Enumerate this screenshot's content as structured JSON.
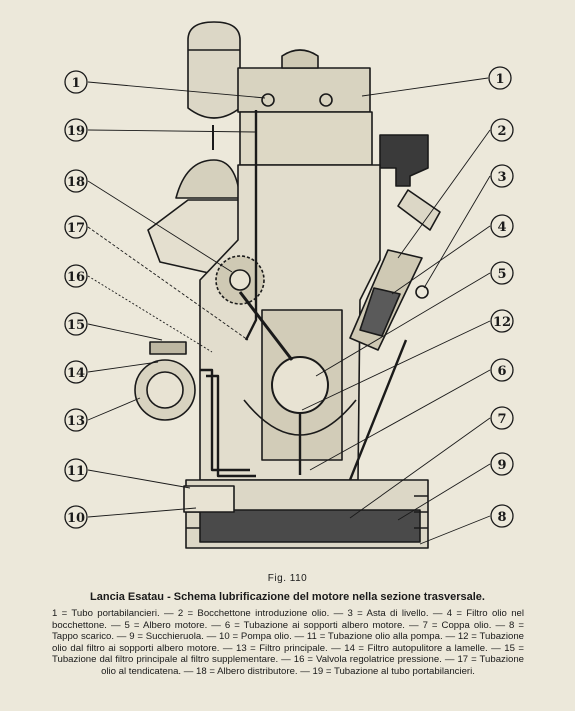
{
  "figure": {
    "callouts": [
      "1",
      "19",
      "18",
      "17",
      "16",
      "15",
      "14",
      "13",
      "11",
      "10",
      "1",
      "2",
      "3",
      "4",
      "5",
      "12",
      "6",
      "7",
      "9",
      "8"
    ]
  },
  "fig_label": "Fig. 110",
  "caption_title": "Lancia Esatau - Schema lubrificazione del motore nella sezione trasversale.",
  "caption_body": "1 = Tubo portabilancieri. — 2 = Bocchettone introduzione olio. — 3 = Asta di livello. — 4 = Filtro olio nel bocchettone. — 5 = Albero motore. — 6 = Tubazione ai sopporti albero motore. — 7 = Coppa olio. — 8 = Tappo scarico. — 9 = Succhieruola. — 10 = Pompa olio. — 11 = Tubazione olio alla pompa. — 12 = Tubazione olio dal filtro ai sopporti albero motore. — 13 = Filtro principale. — 14 = Filtro autopulitore a lamelle. — 15 = Tubazione dal filtro principale al filtro supplementare. — 16 = Valvola regolatrice pressione. — 17 = Tubazione olio al tendicatena. — 18 = Albero distributore. — 19 = Tubazione al tubo portabilancieri."
}
